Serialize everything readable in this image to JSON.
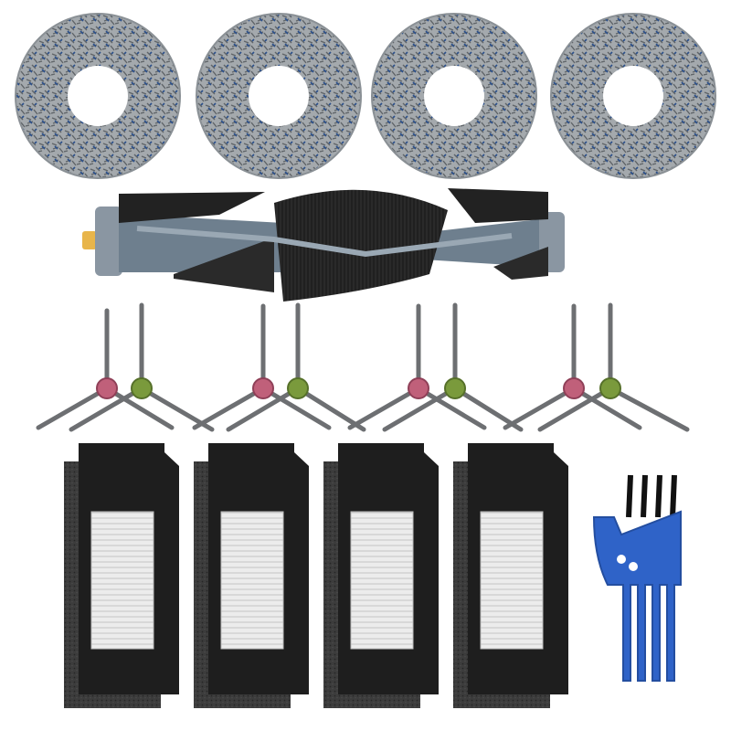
{
  "image": {
    "subject": "robot-vacuum-accessory-kit",
    "background_color": "#ffffff"
  },
  "kit": {
    "mop_pads": {
      "count": 4,
      "colors": {
        "fiber": "#9aa0a4",
        "accent": "#2b4f8a",
        "hole": "#ffffff"
      }
    },
    "main_brush": {
      "count": 1,
      "colors": {
        "core": "#6e7f8e",
        "bristle": "#2a2a2a",
        "axle": "#e8b54a"
      }
    },
    "side_brushes": {
      "count": 8,
      "hub_colors": [
        "#c0607a",
        "#7a9a3c"
      ],
      "arm_color": "#6d6f72"
    },
    "filters": {
      "count": 4,
      "colors": {
        "frame": "#1e1e1e",
        "sponge": "#3a3a3a",
        "hepa": "#e6e6e6"
      }
    },
    "cleaning_tool": {
      "count": 1,
      "color": "#2f63c8",
      "bristle_color": "#111111"
    }
  }
}
